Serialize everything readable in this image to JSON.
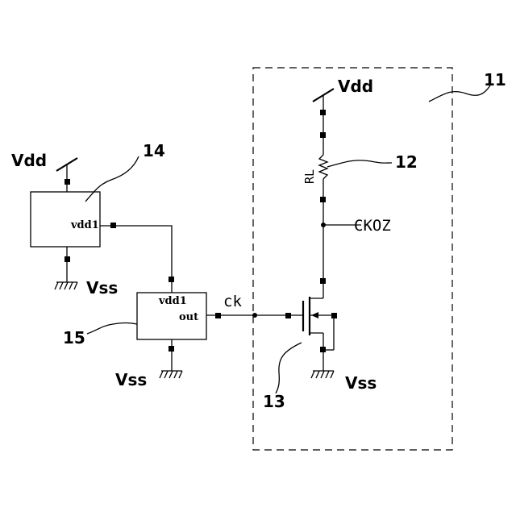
{
  "diagram": {
    "labels": {
      "vdd_left": "Vdd",
      "vdd_right": "Vdd",
      "vss_block14": "Vss",
      "vss_block15": "Vss",
      "vss_transistor": "Vss",
      "ck": "ck",
      "ckoz": "CKOZ",
      "rl": "RL"
    },
    "block14": {
      "port_label": "vdd1"
    },
    "block15": {
      "port_in_label": "vdd1",
      "port_out_label": "out"
    },
    "reference_numerals": {
      "ref_11": "11",
      "ref_12": "12",
      "ref_13": "13",
      "ref_14": "14",
      "ref_15": "15"
    }
  }
}
